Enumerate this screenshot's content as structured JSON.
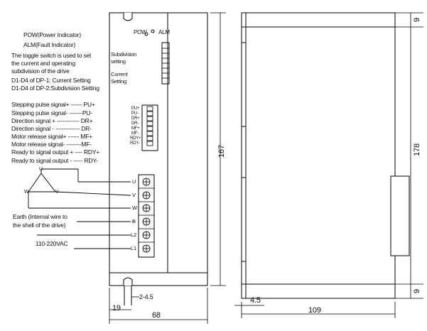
{
  "top_panel": {
    "pow_label": "POW",
    "alm_label": "ALM",
    "subdivision_setting": [
      "Subdivision",
      "setting"
    ],
    "current_setting": [
      "Current",
      "Setting"
    ]
  },
  "legend": {
    "pow": "POW(Power Indicator)",
    "alm": "ALM(Fault Indicator)",
    "toggle_lines": [
      "The toggle switch is used to set",
      "the current and operating",
      "subdivision of the drive"
    ],
    "dp1": "D1-D4 of DP-1: Current Setting",
    "dp2": "D1-D4 of DP-2:Subdivision Setting"
  },
  "signals": [
    "Stepping pulse signal+ ------ PU+",
    "Stepping pulse signal- -------PU-",
    "Direction signal + ------------ DR+",
    "Direction signal - ------------- DR-",
    "Motor release signal+ ------ MF+",
    "Motor release signal- --------MF-",
    "Ready to signal output + ---- RDY+",
    "Ready to signal output - ----- RDY-"
  ],
  "connector_pins": [
    "PU+",
    "PU-",
    "DR+",
    "DR-",
    "MF+",
    "MF-",
    "RDY+",
    "RDY-"
  ],
  "motor": {
    "u": "U",
    "v": "V",
    "w": "W"
  },
  "power_terminals": [
    "U",
    "V",
    "W",
    "⊕",
    "L2",
    "L1"
  ],
  "earth_lines": [
    "Earth (Internal wire to",
    "the shell of the drive)"
  ],
  "supply": "110-220VAC",
  "dimensions": {
    "height_front": "167",
    "height_side": "178",
    "width_front": "68",
    "offset_left": "19",
    "slot": "2-4.5",
    "depth": "109",
    "side_offset": "4.5",
    "top_margin": "9",
    "bottom_margin": "9"
  }
}
